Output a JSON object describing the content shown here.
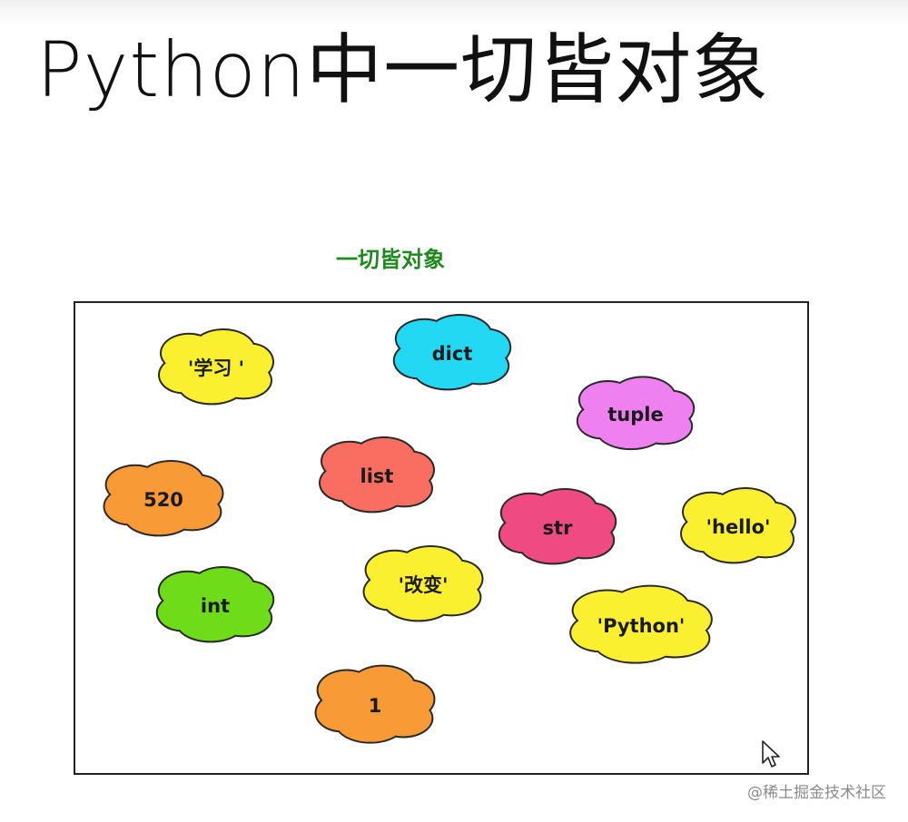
{
  "slide": {
    "title": "Python中一切皆对象"
  },
  "diagram": {
    "heading": "一切皆对象",
    "heading_color": "#1e8a1e",
    "objects": [
      {
        "label": "'学习 '",
        "color": "#fbf030"
      },
      {
        "label": "dict",
        "color": "#22d8f2"
      },
      {
        "label": "tuple",
        "color": "#ee80f0"
      },
      {
        "label": "list",
        "color": "#f96e60"
      },
      {
        "label": "520",
        "color": "#f89a35"
      },
      {
        "label": "str",
        "color": "#f04a82"
      },
      {
        "label": "'hello'",
        "color": "#fbf030"
      },
      {
        "label": "'改变'",
        "color": "#fbf030"
      },
      {
        "label": "int",
        "color": "#6fdc1a"
      },
      {
        "label": "'Python'",
        "color": "#fbf030"
      },
      {
        "label": "1",
        "color": "#f89a35"
      }
    ]
  },
  "watermark": "@稀土掘金技术社区",
  "icons": {
    "cursor": "mouse-pointer-icon"
  }
}
